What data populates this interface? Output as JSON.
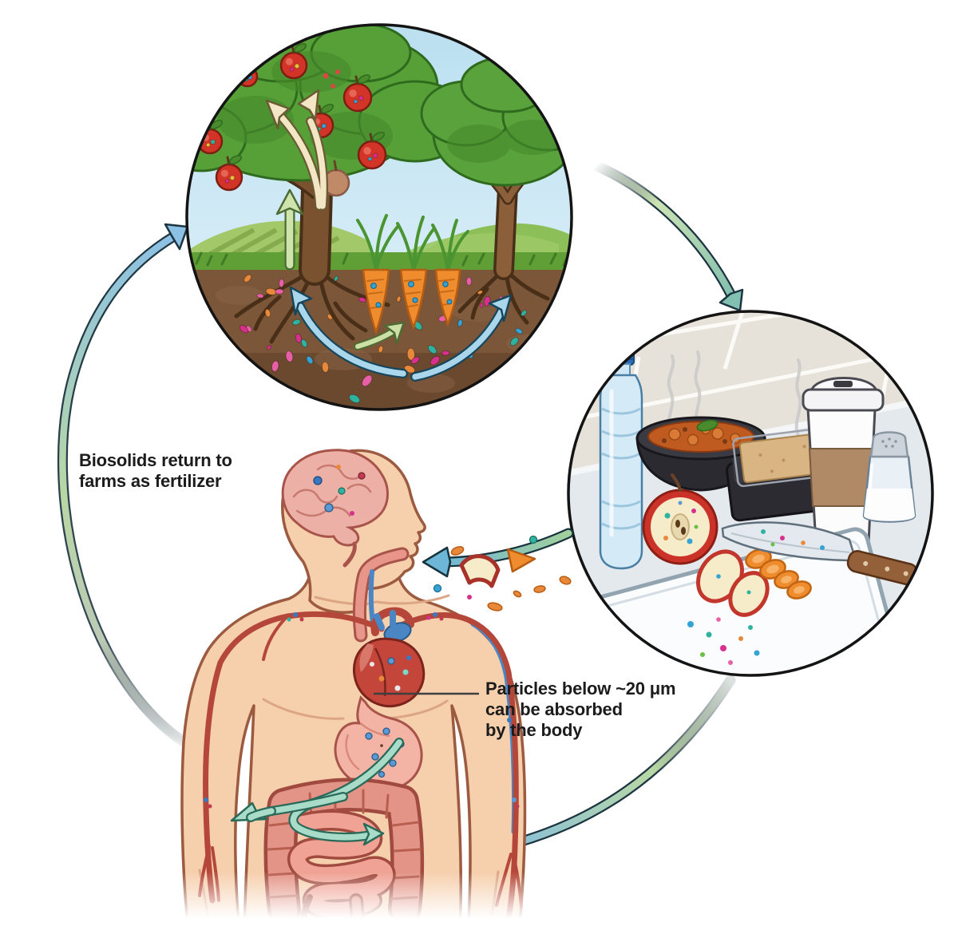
{
  "diagram": {
    "type": "cycle",
    "title_visible": false,
    "nodes": [
      {
        "id": "farm",
        "name": "farm-soil-and-crops",
        "depicts": "apple tree, carrots and tree absorbing microplastic particles from soil"
      },
      {
        "id": "kitchen",
        "name": "food-preparation-counter",
        "depicts": "water bottle, takeout bowl, takeout container, coffee cup, salt shaker, cutting board with apple, carrot slices and knife"
      },
      {
        "id": "body",
        "name": "human-body",
        "depicts": "brain, esophagus, heart, stomach, intestines and blood vessels carrying microplastic particles"
      }
    ],
    "edges": [
      {
        "from": "farm",
        "to": "kitchen"
      },
      {
        "from": "kitchen",
        "to": "body-mouth",
        "depicts": "apple and carrot pieces with particles entering mouth"
      },
      {
        "from": "kitchen",
        "to": "body"
      },
      {
        "from": "body",
        "to": "farm",
        "label": "Biosolids return to farms as fertilizer"
      }
    ]
  },
  "labels": {
    "biosolids": {
      "line1": "Biosolids return to",
      "line2": "farms as fertilizer"
    },
    "particles": {
      "line1": "Particles below ~20 μm",
      "line2": "can be absorbed",
      "line3": "by the body"
    }
  },
  "palette": {
    "mp_blue": "#35a3d4",
    "mp_pink": "#e75fa5",
    "mp_magenta": "#d7308e",
    "mp_orange": "#e8883a",
    "mp_teal": "#2fb3a0",
    "arrow_green": "#b9d7a4",
    "arrow_blue": "#85bede",
    "soil_brown": "#7b5638",
    "skin": "#f6cfad",
    "organ_pink": "#e49486",
    "label_text": "#1c1c1c"
  }
}
